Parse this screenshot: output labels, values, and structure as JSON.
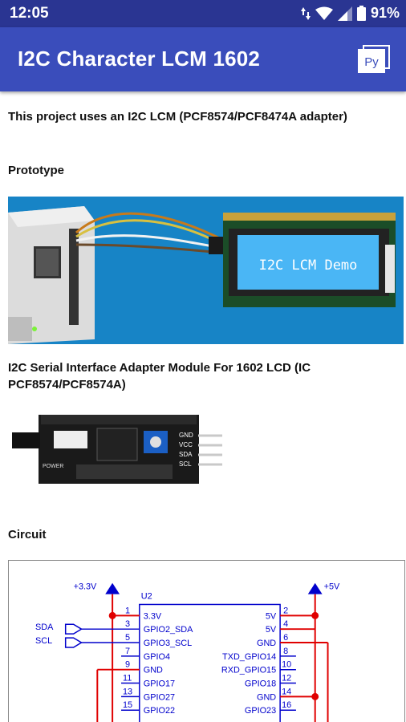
{
  "status_bar": {
    "time": "12:05",
    "battery_percent": "91%"
  },
  "app_bar": {
    "title": "I2C Character LCM 1602",
    "action_label": "Py"
  },
  "content": {
    "intro": "This project uses an I2C LCM (PCF8574/PCF8474A adapter)",
    "prototype_heading": "Prototype",
    "lcd_text": "I2C LCM Demo",
    "adapter_heading": "I2C Serial Interface Adapter Module For 1602 LCD (IC PCF8574/PCF8574A)",
    "module_pins": [
      "GND",
      "VCC",
      "SDA",
      "SCL"
    ],
    "module_power_label": "POWER",
    "circuit_heading": "Circuit"
  },
  "circuit": {
    "v33_label": "+3.3V",
    "v5_label": "+5V",
    "chip_label": "U2",
    "left_signals": [
      "SDA",
      "SCL"
    ],
    "left_pins": [
      {
        "num": "1",
        "name": "3.3V"
      },
      {
        "num": "3",
        "name": "GPIO2_SDA"
      },
      {
        "num": "5",
        "name": "GPIO3_SCL"
      },
      {
        "num": "7",
        "name": "GPIO4"
      },
      {
        "num": "9",
        "name": "GND"
      },
      {
        "num": "11",
        "name": "GPIO17"
      },
      {
        "num": "13",
        "name": "GPIO27"
      },
      {
        "num": "15",
        "name": "GPIO22"
      }
    ],
    "right_pins": [
      {
        "num": "2",
        "name": "5V"
      },
      {
        "num": "4",
        "name": "5V"
      },
      {
        "num": "6",
        "name": "GND"
      },
      {
        "num": "8",
        "name": "TXD_GPIO14"
      },
      {
        "num": "10",
        "name": "RXD_GPIO15"
      },
      {
        "num": "12",
        "name": "GPIO18"
      },
      {
        "num": "14",
        "name": "GND"
      },
      {
        "num": "16",
        "name": "GPIO23"
      }
    ]
  }
}
